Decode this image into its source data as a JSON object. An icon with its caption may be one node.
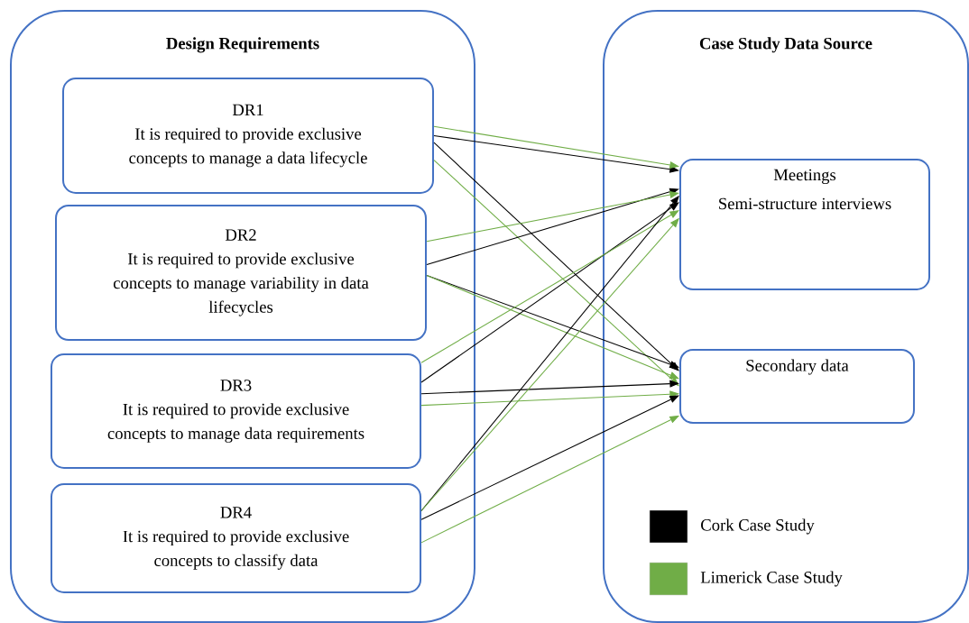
{
  "diagram": {
    "nodes": [
      {
        "text": [
          "Design Requirements"
        ]
      },
      {
        "text": [
          "DR1",
          "It is required to provide exclusive concepts to manage a data lifecycle"
        ],
        "in": 0
      },
      {
        "text": [
          "DR2",
          "It is required to provide exclusive concepts to manage variability in data lifecycles"
        ],
        "in": 0
      },
      {
        "text": [
          "DR3",
          "It is required to provide exclusive concepts to manage data requirements"
        ],
        "in": 0
      },
      {
        "text": [
          "DR4",
          "It is required to provide exclusive concepts to classify data"
        ],
        "in": 0
      },
      {
        "text": [
          "Case Study Data Source"
        ]
      },
      {
        "text": [
          "Meetings",
          "Semi-structure interviews"
        ],
        "in": 5
      },
      {
        "text": [
          "Secondary data"
        ],
        "in": 5
      }
    ],
    "edges": [
      {
        "from": 1,
        "to": 6,
        "arrow": "to",
        "color": "#000000"
      },
      {
        "from": 1,
        "to": 6,
        "arrow": "to",
        "color": "#70ad47"
      },
      {
        "from": 1,
        "to": 7,
        "arrow": "to",
        "color": "#000000"
      },
      {
        "from": 1,
        "to": 7,
        "arrow": "to",
        "color": "#70ad47"
      },
      {
        "from": 2,
        "to": 6,
        "arrow": "to",
        "color": "#000000"
      },
      {
        "from": 2,
        "to": 6,
        "arrow": "to",
        "color": "#70ad47"
      },
      {
        "from": 2,
        "to": 7,
        "arrow": "to",
        "color": "#000000"
      },
      {
        "from": 2,
        "to": 7,
        "arrow": "to",
        "color": "#70ad47"
      },
      {
        "from": 3,
        "to": 6,
        "arrow": "to",
        "color": "#000000"
      },
      {
        "from": 3,
        "to": 6,
        "arrow": "to",
        "color": "#70ad47"
      },
      {
        "from": 3,
        "to": 7,
        "arrow": "to",
        "color": "#000000"
      },
      {
        "from": 3,
        "to": 7,
        "arrow": "to",
        "color": "#70ad47"
      },
      {
        "from": 4,
        "to": 6,
        "arrow": "to",
        "color": "#000000"
      },
      {
        "from": 4,
        "to": 6,
        "arrow": "to",
        "color": "#70ad47"
      },
      {
        "from": 4,
        "to": 7,
        "arrow": "to",
        "color": "#000000"
      },
      {
        "from": 4,
        "to": 7,
        "arrow": "to",
        "color": "#70ad47"
      }
    ],
    "legend": [
      {
        "text": "Cork Case Study",
        "color": "#000000"
      },
      {
        "text": "Limerick Case Study",
        "color": "#70ad47"
      }
    ]
  }
}
